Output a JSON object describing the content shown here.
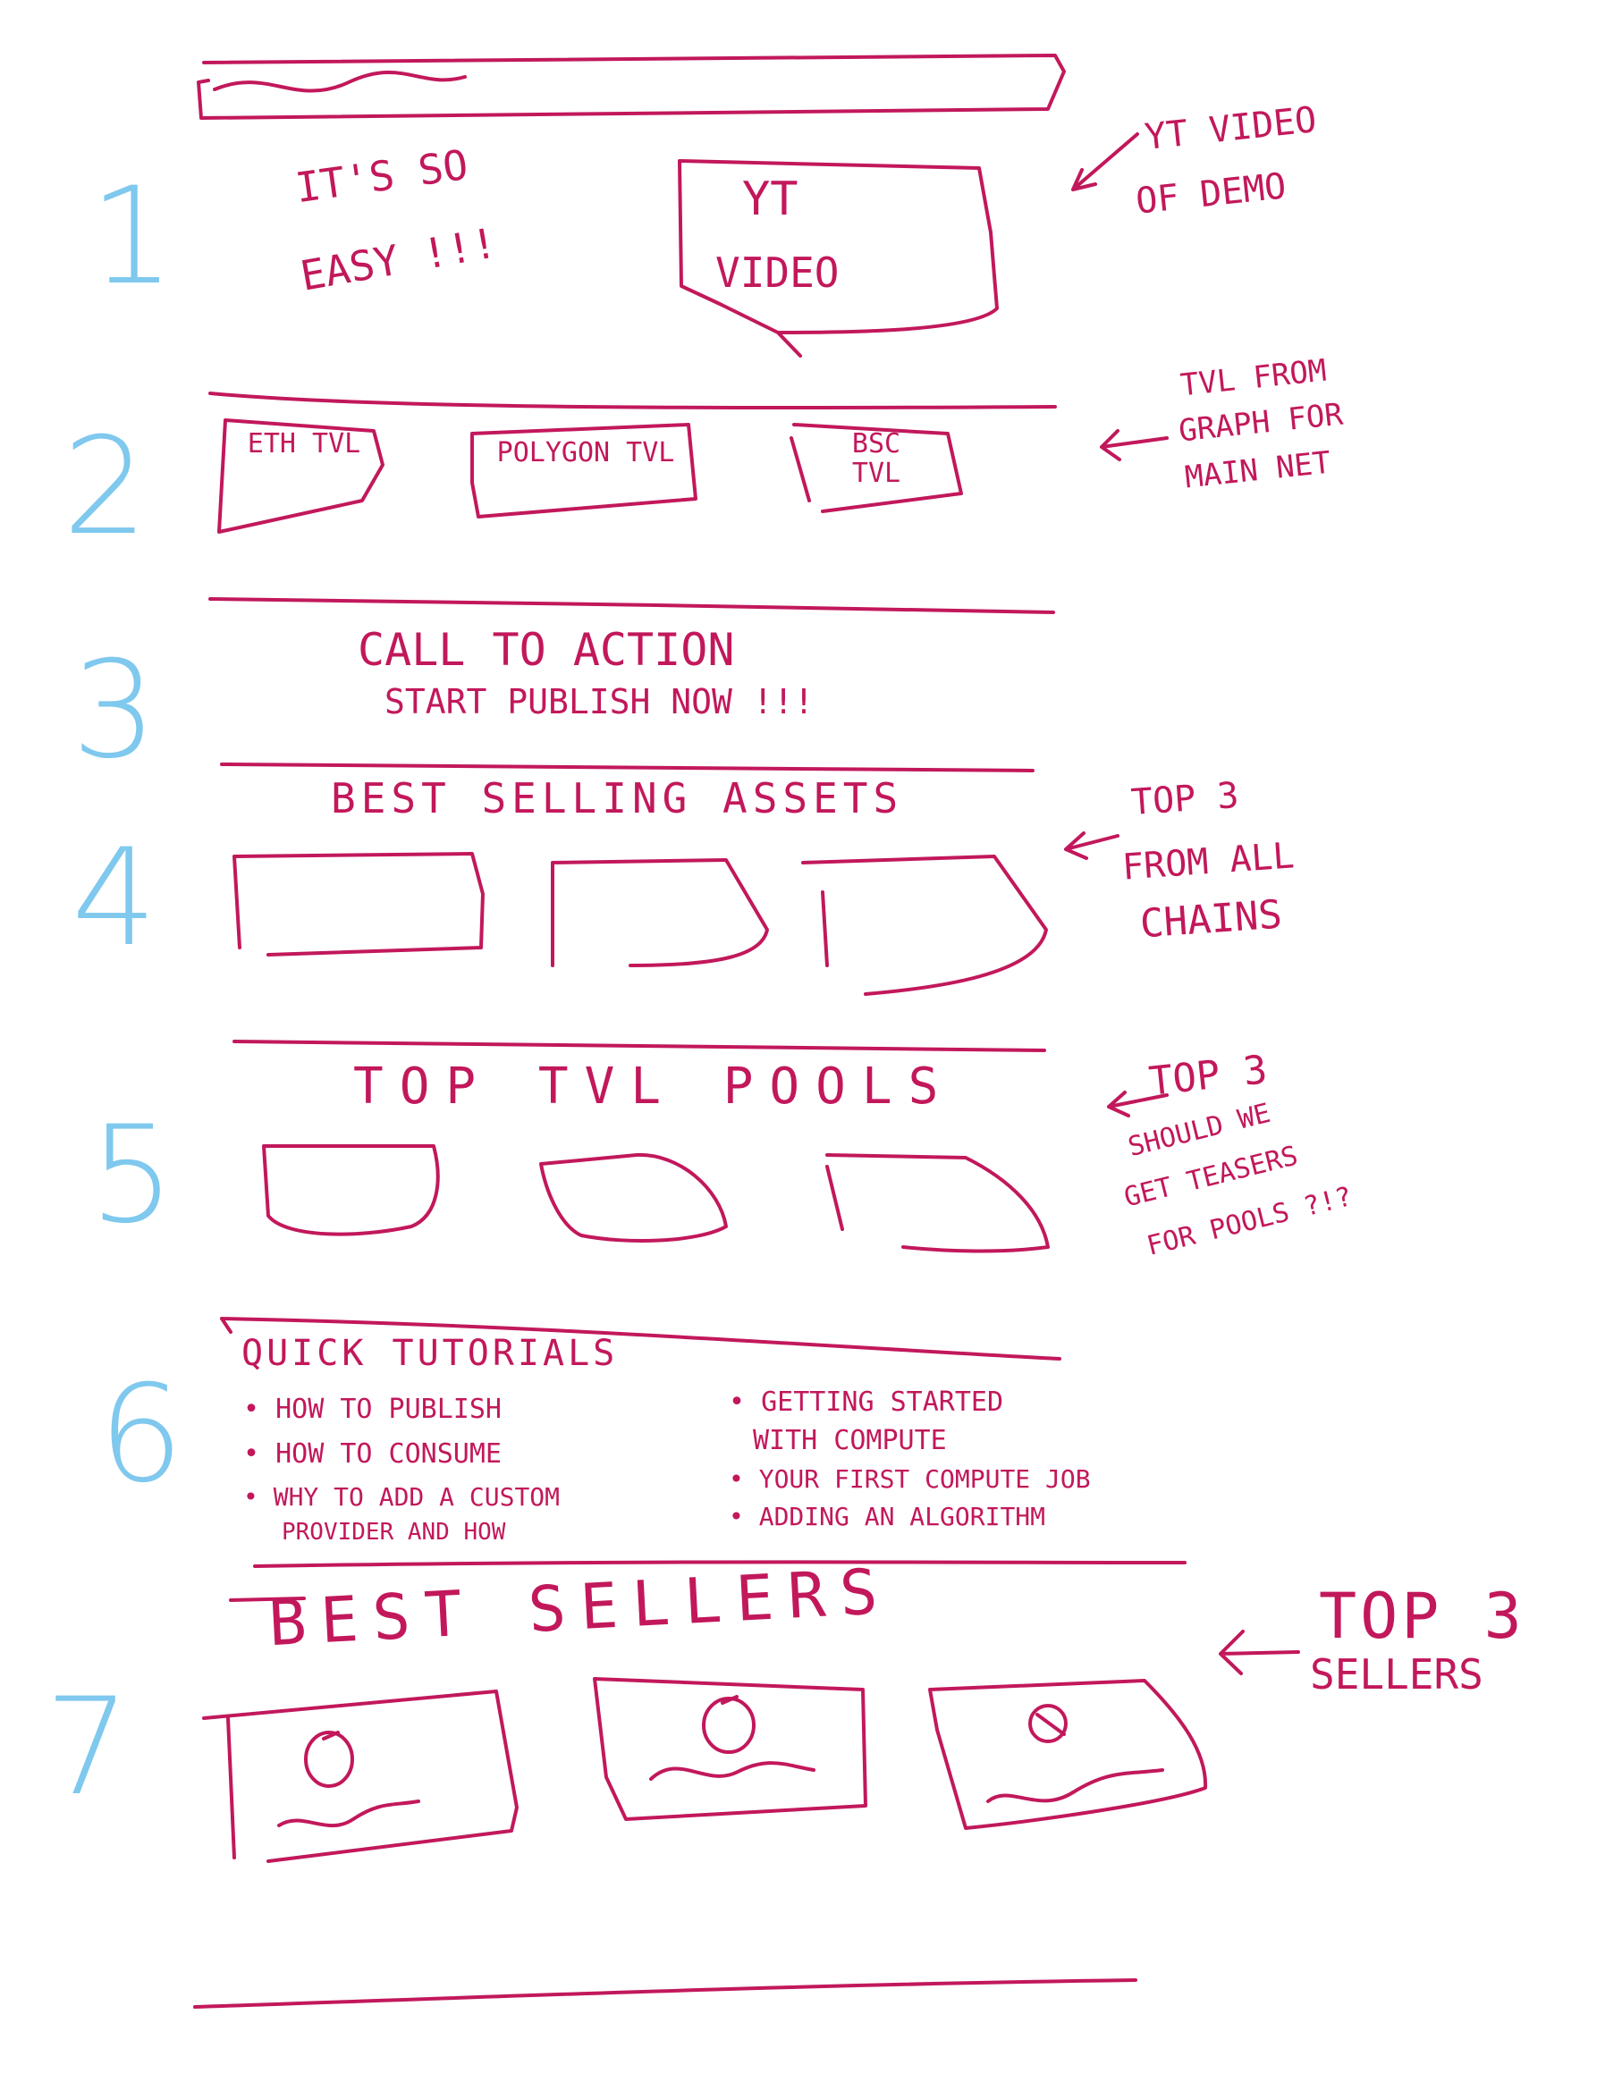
{
  "section_numbers": [
    "1",
    "2",
    "3",
    "4",
    "5",
    "6",
    "7"
  ],
  "hero": {
    "headline_line1": "IT'S SO",
    "headline_line2": "EASY !!!",
    "video_line1": "YT",
    "video_line2": "VIDEO",
    "note_line1": "YT VIDEO",
    "note_line2": "OF DEMO"
  },
  "tvl": {
    "cards": [
      "ETH TVL",
      "POLYGON TVL",
      "BSC TVL"
    ],
    "note_line1": "TVL FROM",
    "note_line2": "GRAPH FOR",
    "note_line3": "MAIN NET"
  },
  "cta": {
    "line1": "CALL TO ACTION",
    "line2": "START PUBLISH NOW !!!"
  },
  "assets": {
    "title": "BEST SELLING ASSETS",
    "note_line1": "TOP 3",
    "note_line2": "FROM ALL",
    "note_line3": "CHAINS"
  },
  "pools": {
    "title": "TOP TVL POOLS",
    "note_line1": "TOP 3",
    "note_line2": "SHOULD WE",
    "note_line3": "GET TEASERS",
    "note_line4": "FOR POOLS ?!?"
  },
  "tutorials": {
    "title": "QUICK TUTORIALS",
    "left": [
      "HOW TO PUBLISH",
      "HOW TO CONSUME",
      "WHY TO ADD A CUSTOM"
    ],
    "left_wrap": "PROVIDER AND HOW",
    "right": [
      "GETTING STARTED",
      "YOUR FIRST COMPUTE JOB",
      "ADDING AN ALGORITHM"
    ],
    "right_wrap": "WITH COMPUTE"
  },
  "sellers": {
    "title": "BEST SELLERS",
    "note_line1": "TOP 3",
    "note_line2": "SELLERS"
  },
  "colors": {
    "ink": "#c2185b",
    "numbers": "#7fc8ee",
    "background": "#ffffff"
  }
}
